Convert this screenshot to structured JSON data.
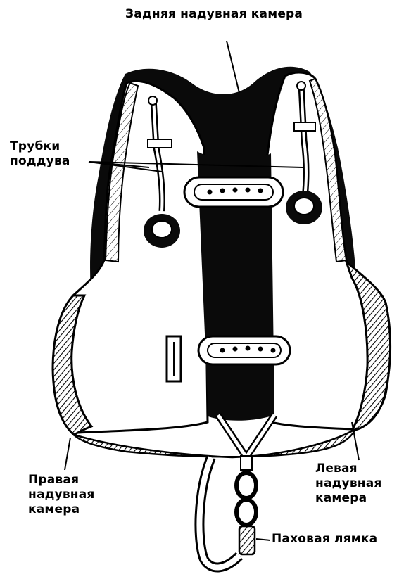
{
  "labels": {
    "back_chamber": "Задняя надувная камера",
    "tubes": [
      "Трубки",
      "поддува"
    ],
    "right_chamber": [
      "Правая",
      "надувная",
      "камера"
    ],
    "left_chamber": [
      "Левая",
      "надувная",
      "камера"
    ],
    "crotch_strap": "Паховая лямка"
  },
  "colors": {
    "ink": "#000000",
    "paper": "#ffffff"
  }
}
